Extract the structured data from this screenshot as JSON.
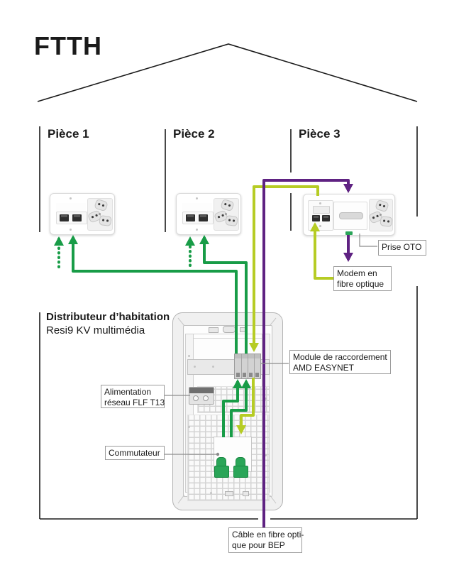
{
  "title": "FTTH",
  "rooms": [
    {
      "label": "Pièce 1"
    },
    {
      "label": "Pièce 2"
    },
    {
      "label": "Pièce 3"
    }
  ],
  "distributor": {
    "name": "Distributeur d’habitation",
    "model": "Resi9 KV multimédia"
  },
  "callouts": {
    "prise_oto": {
      "text": "Prise OTO"
    },
    "modem": {
      "line1": "Modem en",
      "line2": "fibre optique"
    },
    "module": {
      "line1": "Module de raccordement",
      "line2": "AMD EASYNET"
    },
    "alimentation": {
      "line1": "Alimentation",
      "line2": "réseau FLF T13"
    },
    "commutateur": {
      "text": "Commutateur"
    },
    "cable_bep": {
      "line1": "Câble en fibre opti-",
      "line2": "que pour BEP"
    }
  },
  "colors": {
    "ethernet_green": "#189c47",
    "patch_yellow_green": "#b6cc24",
    "fiber_purple": "#5f2282",
    "wall_black": "#1a1a1a"
  }
}
